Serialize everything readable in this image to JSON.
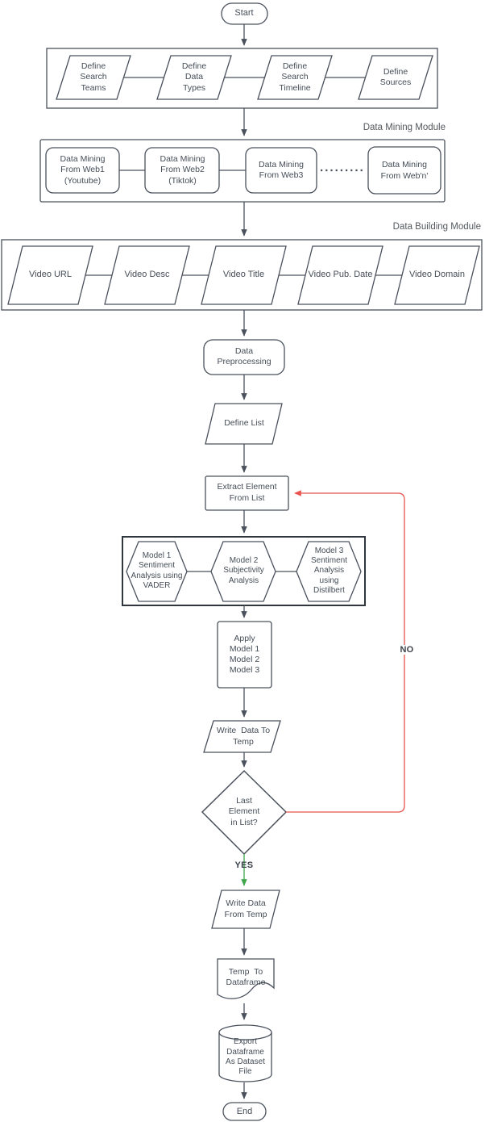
{
  "flowchart": {
    "start": "Start",
    "setup_row": {
      "items": [
        {
          "label": "Define\nSearch\nTeams"
        },
        {
          "label": "Define\nData\nTypes"
        },
        {
          "label": "Define\nSearch\nTimeline"
        },
        {
          "label": "Define\nSources"
        }
      ]
    },
    "mining_module": {
      "title": "Data Mining Module",
      "items": [
        {
          "label": "Data Mining\nFrom Web1\n(Youtube)"
        },
        {
          "label": "Data Mining\nFrom Web2\n(Tiktok)"
        },
        {
          "label": "Data Mining\nFrom Web3"
        },
        {
          "label": "Data Mining\nFrom Web'n'"
        }
      ]
    },
    "building_module": {
      "title": "Data Building Module",
      "items": [
        {
          "label": "Video URL"
        },
        {
          "label": "Video Desc"
        },
        {
          "label": "Video Title"
        },
        {
          "label": "Video Pub. Date"
        },
        {
          "label": "Video Domain"
        }
      ]
    },
    "preprocessing": "Data\nPreprocessing",
    "define_list": "Define List",
    "extract_element": "Extract Element\nFrom List",
    "models": [
      {
        "label": "Model 1\nSentiment\nAnalysis using\nVADER"
      },
      {
        "label": "Model 2\nSubjectivity\nAnalysis"
      },
      {
        "label": "Model 3\nSentiment\nAnalysis\nusing\nDistilbert"
      }
    ],
    "apply_models": "Apply\nModel 1\nModel 2\nModel 3",
    "write_temp": "Write  Data To\nTemp",
    "decision": "Last\nElement\nin List?",
    "branch_yes": "YES",
    "branch_no": "NO",
    "write_from_temp": "Write Data\nFrom Temp",
    "temp_to_df": "Temp  To\nDataframe",
    "export_df": "Export\nDataframe\nAs Dataset\nFile",
    "end": "End"
  },
  "colors": {
    "shape_stroke": "#4a515c",
    "container_stroke": "#4a515c",
    "models_container_stroke": "#30363d",
    "text": "#454d57",
    "module_title": "#54585d",
    "loop_no_line": "#e8534e",
    "yes_arrow": "#3fa64b"
  }
}
